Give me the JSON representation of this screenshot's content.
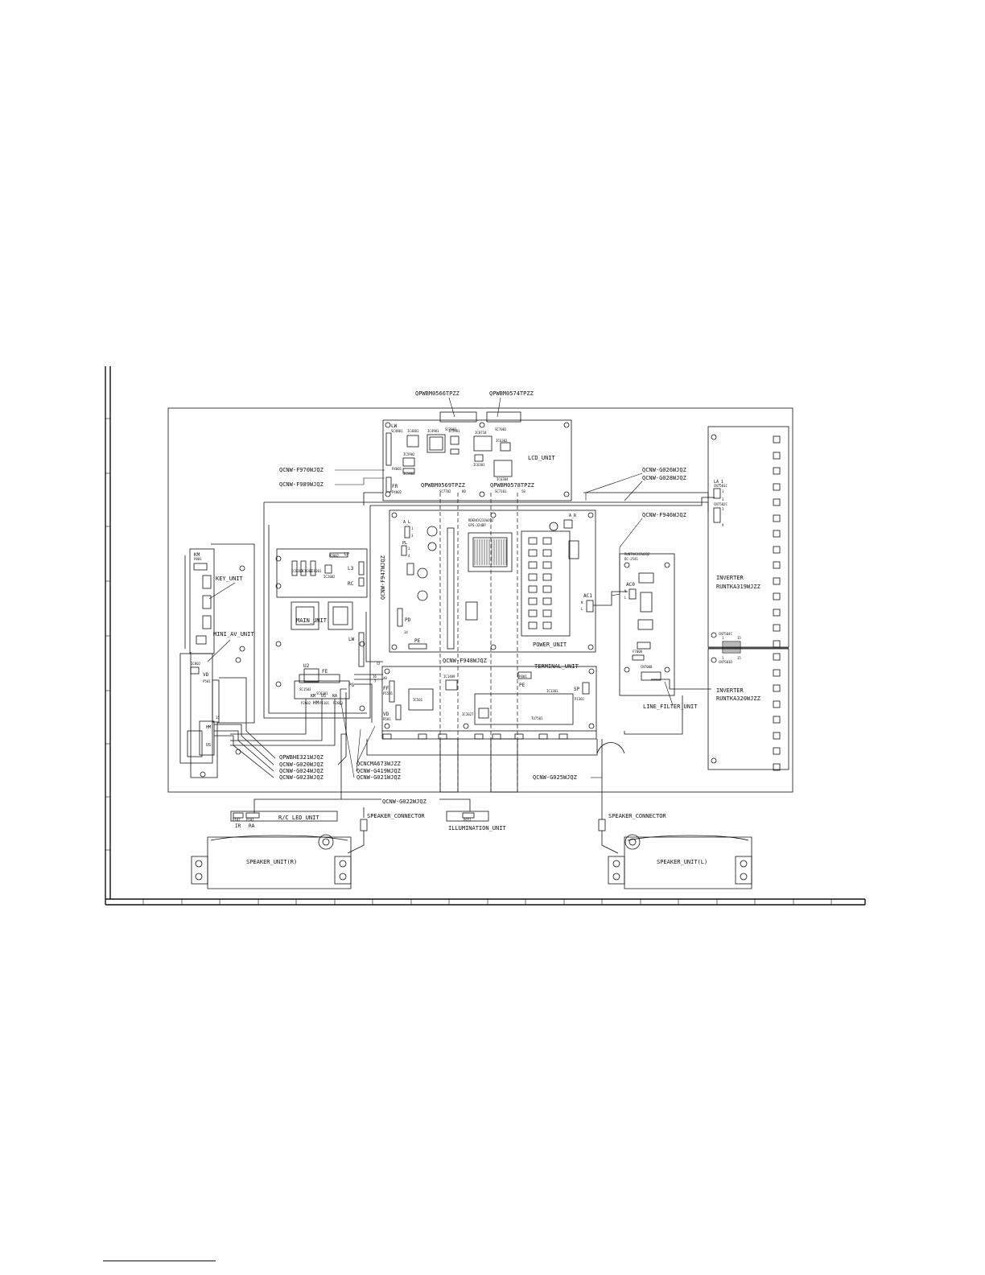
{
  "labels": {
    "qpwbm0566": "QPWBM0566TPZZ",
    "qpwbm0574": "QPWBM0574TPZZ",
    "qcnw_f970": "QCNW-F970WJQZ",
    "qcnw_f989": "QCNW-F989WJQZ",
    "qpwbm0569": "QPWBM0569TPZZ",
    "qpwbm0578": "QPWBM0578TPZZ",
    "qcnw_g026": "QCNW-G026WJQZ",
    "qcnw_g028": "QCNW-G028WJQZ",
    "qcnw_f946": "QCNW-F946WJQZ",
    "qcnw_f947": "QCNW-F947WJQZ",
    "qcnw_f948": "QCNW-F948WJQZ",
    "qpwbhe321": "QPWBHE321WJQZ",
    "qcnw_g020": "QCNW-G020WJQZ",
    "qcnw_g024": "QCNW-G024WJQZ",
    "qcnw_g023": "QCNW-G023WJQZ",
    "qcncma673": "QCNCMA673WJZZ",
    "qcnw_g419": "QCNW-G419WJQZ",
    "qcnw_g021": "QCNW-G021WJQZ",
    "qcnw_g025": "QCNW-G025WJQZ",
    "qcnw_g022": "QCNW-G022WJQZ",
    "lcd_unit": "LCD_UNIT",
    "key_unit": "KEY_UNIT",
    "main_unit": "MAIN_UNIT",
    "mini_av_unit": "MINI_AV_UNIT",
    "power_unit": "POWER_UNIT",
    "terminal_unit": "TERMINAL_UNIT",
    "line_filter_unit": "LINE_FILTER_UNIT",
    "inverter": "INVERTER",
    "inverter_1_model": "RUNTKA319WJZZ",
    "inverter_2_model": "RUNTKA320WJZZ",
    "runtka311": "RUNTKA311WJQZ",
    "dc2541": "DC-2541",
    "rc_led_unit": "R/C_LED_UNIT",
    "illumination_unit": "ILLUMINATION_UNIT",
    "speaker_connector": "SPEAKER_CONNECTOR",
    "speaker_unit_r": "SPEAKER_UNIT(R)",
    "speaker_unit_l": "SPEAKER_UNIT(L)",
    "rdenca": "RDENCA231WJQZ",
    "gps": "GPS-324BP"
  },
  "connectors": {
    "lw": "LW",
    "fr": "FR",
    "al": "A_L",
    "ar": "A_R",
    "pl": "PL",
    "pd": "PD",
    "pe": "PE",
    "ac1": "AC1",
    "ac0": "AC0",
    "km": "KM",
    "vd": "VD",
    "ff": "FF",
    "lp": "LP",
    "rc": "RC",
    "l3": "L3",
    "u2": "U2",
    "hm": "HM",
    "pg": "PG",
    "sp": "SP",
    "ir": "IR",
    "ra": "RA",
    "la1": "LA_1",
    "us": "US",
    "fe": "FE",
    "cd": "CD",
    "sc7001": "SC7001",
    "sc7002": "SC7002",
    "sc4801": "SC4801",
    "p4801": "P4801",
    "p4802": "P4802",
    "sc7702": "SC7702",
    "sc7101": "SC7101",
    "p2802": "P2802",
    "sc1503": "SC1503",
    "sc8301": "SC8301",
    "p2602": "P2602",
    "p1101": "P1101",
    "p2603": "P2603",
    "p1501": "P1501",
    "p501": "P501",
    "p1301": "P1301",
    "p102": "P102",
    "p101": "P101",
    "p651": "P651",
    "p801": "P801",
    "cn7501c": "CN7501C",
    "cn7502c": "CN7502C",
    "cn7504c": "CN7504C",
    "cn7501d": "CN7501D",
    "cn7000": "CN7000",
    "f7000": "F7000",
    "p801b": "P801"
  },
  "ics": {
    "ic4801": "IC4801",
    "ic4901": "IC4901",
    "ic5901": "IC5901",
    "ic5902": "IC5902",
    "ic5903": "IC5903",
    "ic6302": "IC6302",
    "ic6301": "IC6301",
    "ic6304": "IC6304",
    "ic8710": "IC8710",
    "ic8302": "IC8302",
    "ic8303": "IC8303",
    "ic8301": "IC8301",
    "ic2002": "IC2002",
    "ic1409": "IC1409",
    "ic501": "IC501",
    "ic2027": "IC2027",
    "tu7501": "TU7501",
    "ic1301": "IC1301",
    "ic802": "IC802"
  },
  "pins": {
    "p1": "1",
    "p3": "3",
    "p7": "7",
    "p9": "9",
    "p14": "14",
    "p15": "15",
    "p16": "16",
    "p40": "40",
    "p50": "50",
    "p80": "80",
    "p2": "2",
    "p4": "4",
    "p5": "5"
  },
  "pol": {
    "n": "N",
    "l": "L"
  }
}
